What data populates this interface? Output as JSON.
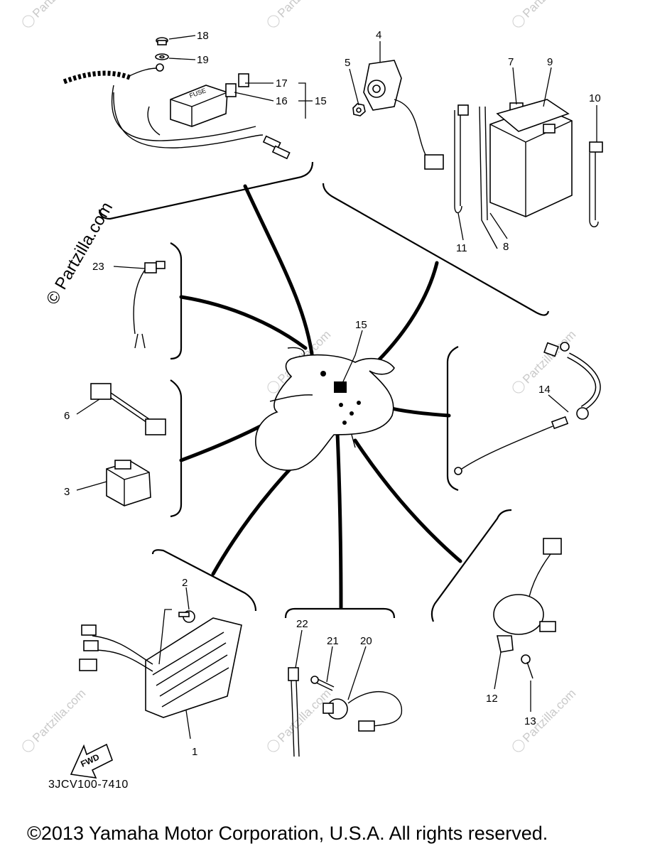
{
  "diagram": {
    "callouts": [
      {
        "id": "c1",
        "text": "1"
      },
      {
        "id": "c2",
        "text": "2"
      },
      {
        "id": "c3",
        "text": "3"
      },
      {
        "id": "c4",
        "text": "4"
      },
      {
        "id": "c5",
        "text": "5"
      },
      {
        "id": "c6",
        "text": "6"
      },
      {
        "id": "c7",
        "text": "7"
      },
      {
        "id": "c8",
        "text": "8"
      },
      {
        "id": "c9",
        "text": "9"
      },
      {
        "id": "c10",
        "text": "10"
      },
      {
        "id": "c11",
        "text": "11"
      },
      {
        "id": "c12",
        "text": "12"
      },
      {
        "id": "c13",
        "text": "13"
      },
      {
        "id": "c14",
        "text": "14"
      },
      {
        "id": "c15a",
        "text": "15"
      },
      {
        "id": "c15b",
        "text": "15"
      },
      {
        "id": "c16",
        "text": "16"
      },
      {
        "id": "c17",
        "text": "17"
      },
      {
        "id": "c18",
        "text": "18"
      },
      {
        "id": "c19",
        "text": "19"
      },
      {
        "id": "c20",
        "text": "20"
      },
      {
        "id": "c21",
        "text": "21"
      },
      {
        "id": "c22",
        "text": "22"
      },
      {
        "id": "c23",
        "text": "23"
      }
    ],
    "fuse_text": "FUSE",
    "fwd_text": "FWD",
    "catalog_code": "3JCV100-7410"
  },
  "watermark": {
    "side_text": "© Partzilla.com",
    "tile_text": "Partzilla.com"
  },
  "footer": {
    "copyright": "©2013  Yamaha Motor Corporation, U.S.A. All rights reserved."
  }
}
